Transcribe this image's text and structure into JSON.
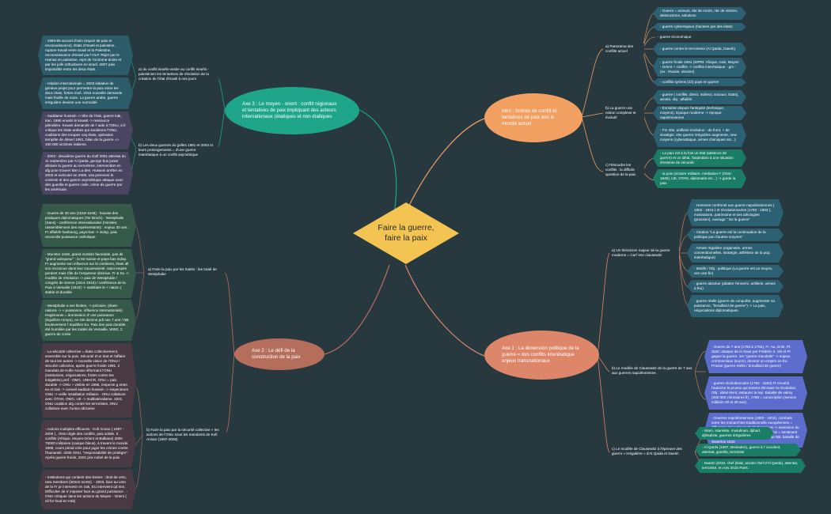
{
  "colors": {
    "background": "#27383f",
    "center": "#f3c451",
    "axe1": "#de8669",
    "axe2": "#b56e5c",
    "axe3": "#1fa58a",
    "intro": "#f2a061",
    "axe1_leaf": "#2c6073",
    "axe1_blue": "#5c6dcd",
    "axe1_green": "#1a7d66",
    "intro_leaf": "#2c6073",
    "intro_green": "#1a7d66",
    "axe2_a": "#355a49",
    "axe2_b": "#4a3a43",
    "axe3_a": "#2c5c6a",
    "axe3_b": "#4a4662"
  },
  "center": {
    "label": "Faire la guerre, faire la paix"
  },
  "intro": {
    "label": "intro : formes de conflit et tentatives de paix ans le monde actuel",
    "branches": {
      "a": "a) Panorama des conflits actuel",
      "b": "b) La guerre une notion complexe et évolutif",
      "c": "c) Résoudre les conflits : la difficile question de la paix"
    },
    "leaves": {
      "a1": "- Guerre = acteurs, nbr de morts, nbr de victime, destructions, solutions",
      "a2": "- guerre cyberespace (hackers par des états)",
      "a3": "- guerre économique",
      "a4": "- guerre contre le terrorisme (Al Qaïda, Daesh)",
      "a5": "- guerre froide 1991 (SIPRI: Afrique, Asie, Moyen - Orient + conflits -> conflits interétatique - gm - (ex : Russie, ukraine)",
      "a6": "- conflits syriens (22) pays en guerre",
      "b1": "- guerre ( conflits, direct, indirect, sociaux, Etats), armée, obj : affaiblir",
      "b2": "- Evolution depuis l'antiquité (technique, moyens). Epoque moderne -> époque napoléonienne",
      "b3": "- Fin 20e, artillerie évolution - de front, + de stratégie. 20e guerre irrégulière augmente, new moyens (cyberattaque, armes chimiques etc...)",
      "c1": "- La paix est à la fois un état (absence de guerre) et un idéal, l'aspiration à une situation d'entente de sécurité.",
      "c2": "- la paix (victoire militaire, médiation F (ONU 1945), UE, OTAN, diplomatie etc...) -> garde la paix"
    }
  },
  "axe1": {
    "label": "Axe 1 : La dimension politique de la guerre = des conflits interétatique enjeux transnationaux",
    "branches": {
      "a": "a) Un théoricien majeur de la guerre moderne = Carl Von clausewitz",
      "b": "b) Le modèle de Clausewitz de la guerre de 7 ans aux guerres napoléonienne.",
      "c": "c) Le modèle de Clausewitz à l'épreuve des guerre « irrégulière » d'Al Qaida et Daesh"
    },
    "leaves": {
      "a1": "- Hommes confronté aux guerre napoléoniennes ( 1803 - 1815 ) et révolutionnaires (1792 - 1803 ), motivations, patrimoine et ses idéologies (prussien), ouvrage \" De la guerre\"",
      "a2": "- Citation \"La guerre est la continuation de la politique par d'autres moyens\"",
      "a3": "- Armée régulière (organisée, armes conventionnelles, stratégie, athlétism de la pop. interétatique)",
      "a4": "- Motifs / Obj : politique (La guerre est un moyen, non une fin)",
      "a5": "- guerre absolue (abattre l'ennemi, artillerie, armes à feu)",
      "a6": "- guerre réelle (guerre de conquête, augmenter sa puissance, \"brouillard de guerre\") -> La paix, négociations diplomatiques.",
      "b1": "- Guerre de 7 ans (1756 à 1763), Fr, Au, et Br, Pr. Start: attaque de la Saxe par Frédéric II. Gb et Pr gagne la guerre. 1er \"guerre mondiale\" -> enjeux commerciaux (sucre), devenir un empire en Eu. Prusse (guerre réelle / brouillard de guerre)",
      "b2": "- guerre révolutionnaire (1792 - 1803) Fr envahit l'autriche la prusse qui tentent décraser la révolution. Obj : idéal révol, instaurer la rep. Bataille de valmy (200 000 volontaires fr), 1798 = conscription (service militaire 20 et 25 ans)",
      "b3": "- Guerres napoléoniennes (1803 - 1815), combats entre les monarchies traditionnelle européennes = diffusions des valeurs révolutionnaires -> extension du territoire NB : valeurs révo + conscription = sentiment national. 1 millions de morts, défaite de NB, bataille de Waterloo 1815",
      "c1": "- Islam, islamiste, musulman, djihad, djihadiste, guerres irrégulières",
      "c2": "- Al Qaïda (1987, Benladen), guerre à l' occident, attentat, guerilla, terroriste",
      "c3": "- Daesh (2010, chef (Ibak, ancien chef d'Al Qaïda), attentat, terroriste, en nov 2015 Paris."
    }
  },
  "axe2": {
    "label": "Axe 2 : Le défi de la construction de la paix",
    "branches": {
      "a": "a) Faire la paix par les traités : les traité de Westphalie",
      "b": "b) Faire la paix par la sécurité collective » les actions de l'ONU sous les mandants de Kofi Annan (1997-2006)"
    },
    "leaves": {
      "a1": "- Guerre de 30 ans (1618-1648) : hausse des pratiques diplomatiques (Ter Broch) - Westphalie (Sans) - conférence internationales (minister, rassemblement des représentants) : enjeux 30 ans : Fr affaiblir hasbourg, pays-bas -> indep, paix reconcilie puissance catholique",
      "a2": "- Munster 1648, grand nombre favorable, pas de \"grand vainqueur\" : la 60 suisse et pays-bas indep. Fr augmente son influence sur le continent, états all son reconnue dans leur souveraineté. saint empire perdent mais rôle de l'empereur diminue. Fr & Su -> modèle de résolution -> paix de Westphalie / congrès de vienne (1814-1815) / conférence de la Paix à Versaille (1919) -> satisfaire le + nation ( stable et durable",
      "a3": "- Westphalie a ses limites, -> précaire, (états-nations -> + puissance, influence internationale). Hegémonie = domination d' une puissance (équilibre rompu), ex GB domine pdt nav 7 ans / NB bouleversent l' équilibre Eu. Paix des paix durable . été humiliée par les traités de Versaille, WW2, 2 guerre de corée",
      "b1": "- La sécurité collective = états collectivement, ensemble sur la paix. Sécurité d'un état et l'affaire de tout les autres -> nouvelle vision de l'ONU / sécurité collective, après guerre froide 1991, 2 mandats de Kofie Annan réformant l'ONU (institutions, négociations, fortes contre les inégalités) pref : OMG, UNHCR, ONU = paix durable -> ONU + visible en 1998, respecte g entre eu et irak -> conseil saddam hussein -> inspecteurs ONU -> veille installation militaire · ONU collabore avec OTAN, OMG, UE -> multilatéralisme. 2001 ONU coalition afg contre les terroristes, ONU collabore avec l'union africaine",
      "b2": "- Actions multiples efficaces : Kofi Annan ( 1997 - 2006 ) , ONU règle des conflits, paix solide. 3 conflits (Afrique, Moyen-Orient et Balkans) 2006 75000 militaires (casque bleus), à travers le monde. 1998, cours pénal crée pour juger les crimes contre l'humanité. 2005 ONU, \"responsabilité de protéger\". Après guerre froide, 2001 prix nobel de la paix",
      "b3": "- Institutions qui contient des limites : droit de veto, new members (lettres morte). - 2003, face au veto de la Fr pr intervenir en irak, EU intervient qd mm. Difficulter de s' imposer face au grand puissance . - ONU critiquer dans les actions du Moyen - Orient ( oil for food en Irak)"
    }
  },
  "axe3": {
    "label": "Axe 3 : Le moyen - orient : conflit régionaux et tentatives de paix impliquant des acteurs internationaux (étatiques et non étatiques",
    "branches": {
      "a": "a) du conflit israélo-arabe au conflit israélo - palestinien les tentatives de résolution de la création de l'état d'israël à nos jours",
      "b": "b) Les deux guerres du golfes 1991 et 2003 et leurs prolongements = d'une guerre interétatique à un conflit asymétrique"
    },
    "leaves": {
      "a1": "- 1993-95 accord d'oslo (espoir de paix et reconnaissance), États d'Israël et palestine, rupture travail entre israel et la Palestine, reconnaissance d'Israel par l'OLP. Rejet par le Hamas en palestine, rejet de l'octrome droite et par les juifs orthodoxes en israel. 2007 paix impossible entre les deux états.",
      "a2": "- relation internationale = 2003 initiative de genève projet pour permettre la paix entre les deux états, fortes rnné. 2016 nouvelle demande mais feuille de route. La guerre arabe, guerre irrégulière devient une normalité",
      "b1": "- Saddame hussein -> tête de l'irak, guerre irak, iran. 1990 envahi le koweit -> ressource pétrolière. Koweit demande de l' aide à l'ONU, à fr critique les états arabes qui soutienne l'ONU. coalitions des troupes coq états, opération tempête de désert 1991, bilan de la guerre => 100 000 victimes irakiens.",
      "b2": "- 2003 : deuxième guerre du Golf 2001 attentat du 11 septembre par Al Qaïda, george bus junior déclare la guerre au terrorisme, intervention en afg pour trouver Ben La den. Hussein arrêter en 2003 et exécuter en 2006, usa prennent le controle et des guerre asymétrique attaque avec des guerilla et guerre civile, crime de guerre par les américain."
    }
  }
}
